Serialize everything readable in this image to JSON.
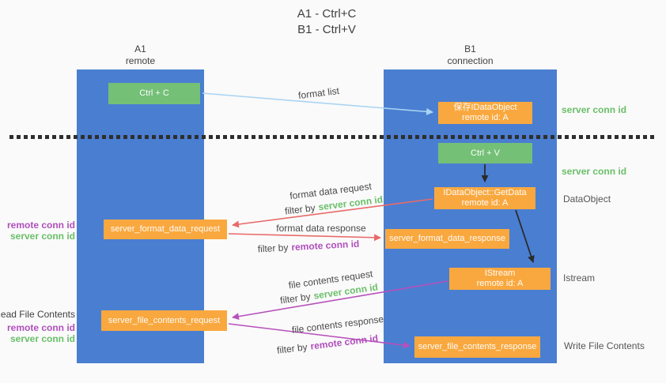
{
  "title": {
    "line1": "A1 - Ctrl+C",
    "line2": "B1 - Ctrl+V"
  },
  "columns": {
    "left": {
      "header_line1": "A1",
      "header_line2": "remote"
    },
    "right": {
      "header_line1": "B1",
      "header_line2": "connection"
    }
  },
  "nodes": {
    "ctrl_c": {
      "label": "Ctrl + C"
    },
    "save_idataobject": {
      "line1": "保存IDataObject",
      "line2": "remote id: A"
    },
    "ctrl_v": {
      "label": "Ctrl + V"
    },
    "getdata": {
      "line1": "IDataObject::GetData",
      "line2": "remote id: A"
    },
    "format_request": {
      "label": "server_format_data_request"
    },
    "format_response": {
      "label": "server_format_data_response"
    },
    "istream": {
      "line1": "IStream",
      "line2": "remote id: A"
    },
    "file_request": {
      "label": "server_file_contents_request"
    },
    "file_response": {
      "label": "server_file_contents_response"
    }
  },
  "arrow_labels": {
    "format_list": "format list",
    "format_data_request": "format data request",
    "format_data_response": "format data response",
    "file_contents_request": "file contents request",
    "file_contents_response": "file contents response",
    "filter_prefix": "filter by",
    "server_conn_id": "server conn id",
    "remote_conn_id": "remote conn id"
  },
  "side_labels": {
    "right": {
      "server_conn_id_top": "server conn id",
      "server_conn_id_mid": "server conn id",
      "dataobject": "DataObject",
      "istream": "Istream",
      "write_file_contents": "Write File Contents"
    },
    "left": {
      "remote_conn_id_1": "remote conn id",
      "server_conn_id_1": "server conn id",
      "read_file_contents": "Read File Contents",
      "remote_conn_id_2": "remote conn id",
      "server_conn_id_2": "server conn id"
    }
  },
  "arrows": [
    {
      "name": "format-list-arrow",
      "from": "ctrl_c",
      "to": "save_idataobject",
      "color": "#a9d4f2"
    },
    {
      "name": "ctrlv-to-getdata-arrow",
      "from": "ctrl_v",
      "to": "getdata",
      "color": "#2b2b2b"
    },
    {
      "name": "getdata-to-istream-arrow",
      "from": "getdata",
      "to": "istream",
      "color": "#2b2b2b"
    },
    {
      "name": "format-request-arrow",
      "from": "getdata",
      "to": "format_request",
      "color": "#e96a6a"
    },
    {
      "name": "format-response-arrow",
      "from": "format_request",
      "to": "format_response",
      "color": "#e96a6a"
    },
    {
      "name": "file-request-arrow",
      "from": "istream",
      "to": "file_request",
      "color": "#b750bc"
    },
    {
      "name": "file-response-arrow",
      "from": "file_request",
      "to": "file_response",
      "color": "#b750bc"
    }
  ],
  "colors": {
    "column_blue": "#4a7ed1",
    "node_green": "#74c077",
    "node_orange": "#f9a83f",
    "arrow_blue": "#a9d4f2",
    "arrow_red": "#e96a6a",
    "arrow_purple": "#b750bc",
    "arrow_black": "#2b2b2b",
    "text_green": "#6abf69",
    "text_purple": "#b04fbc"
  }
}
